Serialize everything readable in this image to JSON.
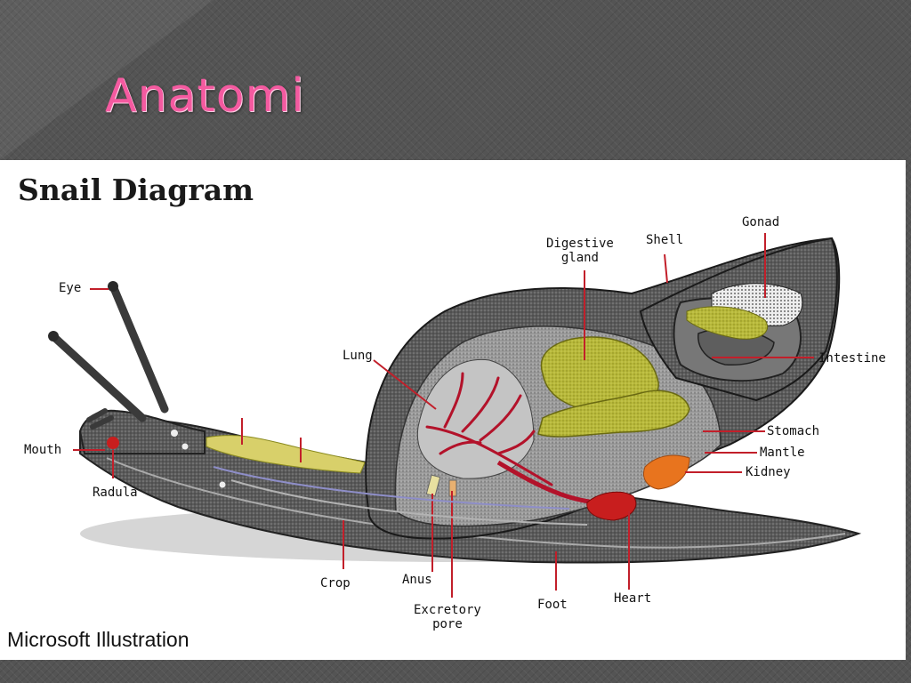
{
  "slide": {
    "title": "Anatomi"
  },
  "diagram": {
    "title": "Snail Diagram",
    "credit": "Microsoft Illustration",
    "labels": {
      "gonad": "Gonad",
      "digestive_gland": "Digestive\ngland",
      "shell": "Shell",
      "eye": "Eye",
      "lung": "Lung",
      "intestine": "Intestine",
      "stomach": "Stomach",
      "mantle": "Mantle",
      "kidney": "Kidney",
      "mouth": "Mouth",
      "radula": "Radula",
      "crop": "Crop",
      "anus": "Anus",
      "excretory_pore": "Excretory\npore",
      "foot": "Foot",
      "heart": "Heart"
    }
  }
}
